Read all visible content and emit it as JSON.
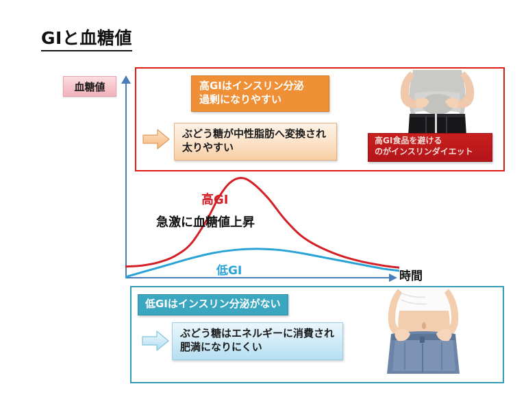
{
  "slide": {
    "title": "GIと血糖値",
    "background": "#ffffff"
  },
  "axes": {
    "y_label": "血糖値",
    "x_label": "時間",
    "axis_color": "#4a7ebb"
  },
  "chart_data": {
    "type": "line",
    "title": "GIと血糖値",
    "xlabel": "時間",
    "ylabel": "血糖値",
    "grid": false,
    "legend_position": "inline-on-curve",
    "xlim": [
      0,
      100
    ],
    "ylim": [
      0,
      100
    ],
    "annotations": [
      {
        "text": "急激に血糖値上昇",
        "color": "#111111",
        "x": 22,
        "y": 64
      }
    ],
    "series": [
      {
        "name": "高GI",
        "color": "#d41f26",
        "label_color": "#d41f26",
        "x": [
          0,
          6,
          12,
          18,
          24,
          30,
          34,
          38,
          42,
          46,
          52,
          58,
          64,
          70,
          78,
          86,
          94,
          100
        ],
        "values": [
          12,
          13,
          16,
          22,
          34,
          58,
          78,
          92,
          97,
          93,
          78,
          58,
          42,
          32,
          23,
          17,
          13,
          11
        ]
      },
      {
        "name": "低GI",
        "color": "#29a3d6",
        "label_color": "#29a3d6",
        "x": [
          0,
          8,
          16,
          24,
          32,
          40,
          48,
          56,
          64,
          72,
          80,
          88,
          94,
          100
        ],
        "values": [
          2,
          8,
          14,
          20,
          25,
          28,
          29,
          28,
          25,
          21,
          17,
          13,
          10,
          8
        ]
      }
    ]
  },
  "high_gi_panel": {
    "border_color": "#e01b16",
    "headline_chip": {
      "line1": "高GIはインスリン分泌",
      "line2": "過剰になりやすい",
      "background": "#ef9037",
      "text_color": "#ffffff"
    },
    "arrow": "arrow-right-orange",
    "detail_box": {
      "line1": "ぶどう糖が中性脂肪へ変換され",
      "line2": "太りやすい",
      "background": "#fbe0c5",
      "text_color": "#1a1a1a"
    },
    "callout_chip": {
      "line1": "高GI食品を避ける",
      "line2": "のがインスリンダイエット",
      "background": "#c0191c",
      "text_color": "#f4dcd8"
    },
    "photo_alt": "belly-grip-photo"
  },
  "low_gi_panel": {
    "border_color": "#2f9bb5",
    "headline_chip": {
      "line1": "低GIはインスリン分泌がない",
      "background": "#3ba6bf",
      "text_color": "#ffffff"
    },
    "arrow": "arrow-right-blue",
    "detail_box": {
      "line1": "ぶどう糖はエネルギーに消費され",
      "line2": "肥満になりにくい",
      "background": "#cfeaf7",
      "text_color": "#1a1a1a"
    },
    "photo_alt": "loose-jeans-photo"
  }
}
